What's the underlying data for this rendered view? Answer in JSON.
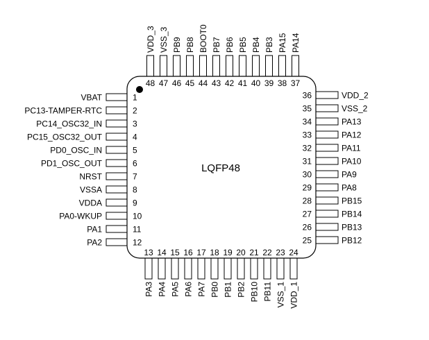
{
  "package_label": "LQFP48",
  "pins": {
    "left": [
      {
        "number": "1",
        "name": "VBAT"
      },
      {
        "number": "2",
        "name": "PC13-TAMPER-RTC"
      },
      {
        "number": "3",
        "name": "PC14_OSC32_IN"
      },
      {
        "number": "4",
        "name": "PC15_OSC32_OUT"
      },
      {
        "number": "5",
        "name": "PD0_OSC_IN"
      },
      {
        "number": "6",
        "name": "PD1_OSC_OUT"
      },
      {
        "number": "7",
        "name": "NRST"
      },
      {
        "number": "8",
        "name": "VSSA"
      },
      {
        "number": "9",
        "name": "VDDA"
      },
      {
        "number": "10",
        "name": "PA0-WKUP"
      },
      {
        "number": "11",
        "name": "PA1"
      },
      {
        "number": "12",
        "name": "PA2"
      }
    ],
    "bottom": [
      {
        "number": "13",
        "name": "PA3"
      },
      {
        "number": "14",
        "name": "PA4"
      },
      {
        "number": "15",
        "name": "PA5"
      },
      {
        "number": "16",
        "name": "PA6"
      },
      {
        "number": "17",
        "name": "PA7"
      },
      {
        "number": "18",
        "name": "PB0"
      },
      {
        "number": "19",
        "name": "PB1"
      },
      {
        "number": "20",
        "name": "PB2"
      },
      {
        "number": "21",
        "name": "PB10"
      },
      {
        "number": "22",
        "name": "PB11"
      },
      {
        "number": "23",
        "name": "VSS_1"
      },
      {
        "number": "24",
        "name": "VDD_1"
      }
    ],
    "right": [
      {
        "number": "36",
        "name": "VDD_2"
      },
      {
        "number": "35",
        "name": "VSS_2"
      },
      {
        "number": "34",
        "name": "PA13"
      },
      {
        "number": "33",
        "name": "PA12"
      },
      {
        "number": "32",
        "name": "PA11"
      },
      {
        "number": "31",
        "name": "PA10"
      },
      {
        "number": "30",
        "name": "PA9"
      },
      {
        "number": "29",
        "name": "PA8"
      },
      {
        "number": "28",
        "name": "PB15"
      },
      {
        "number": "27",
        "name": "PB14"
      },
      {
        "number": "26",
        "name": "PB13"
      },
      {
        "number": "25",
        "name": "PB12"
      }
    ],
    "top": [
      {
        "number": "48",
        "name": "VDD_3"
      },
      {
        "number": "47",
        "name": "VSS_3"
      },
      {
        "number": "46",
        "name": "PB9"
      },
      {
        "number": "45",
        "name": "PB8"
      },
      {
        "number": "44",
        "name": "BOOT0"
      },
      {
        "number": "43",
        "name": "PB7"
      },
      {
        "number": "42",
        "name": "PB6"
      },
      {
        "number": "41",
        "name": "PB5"
      },
      {
        "number": "40",
        "name": "PB4"
      },
      {
        "number": "39",
        "name": "PB3"
      },
      {
        "number": "38",
        "name": "PA15"
      },
      {
        "number": "37",
        "name": "PA14"
      }
    ]
  }
}
